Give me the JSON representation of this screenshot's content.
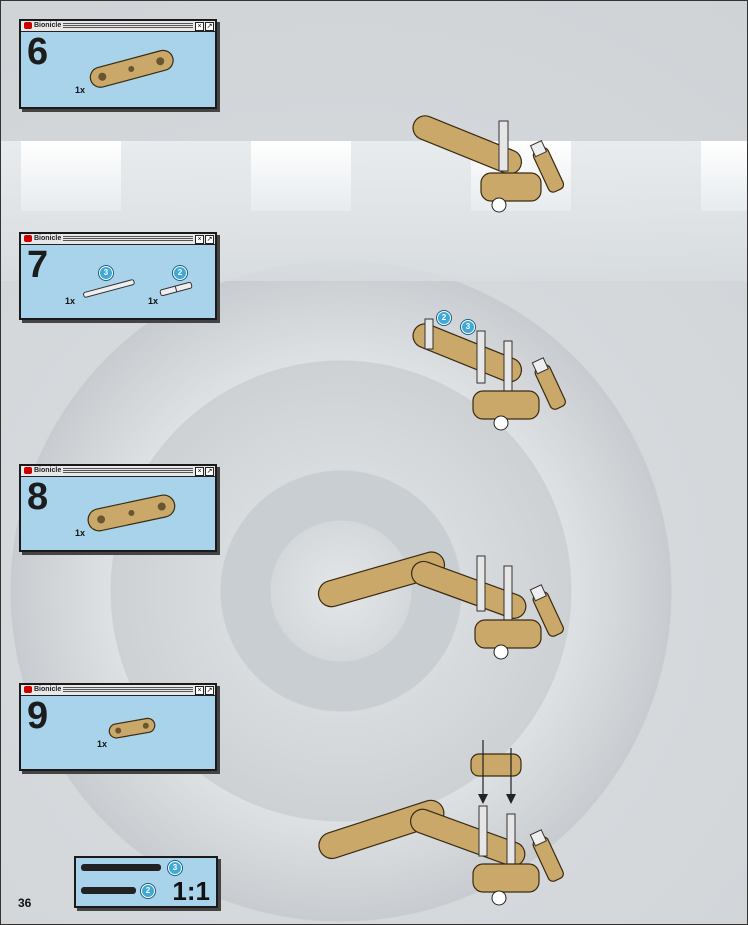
{
  "page_number": "36",
  "brand": "Bionicle",
  "steps": [
    {
      "number": "6",
      "parts": [
        {
          "qty": "1x"
        }
      ]
    },
    {
      "number": "7",
      "parts": [
        {
          "qty": "1x",
          "callout": "3"
        },
        {
          "qty": "1x",
          "callout": "2"
        }
      ]
    },
    {
      "number": "8",
      "parts": [
        {
          "qty": "1x"
        }
      ]
    },
    {
      "number": "9",
      "parts": [
        {
          "qty": "1x"
        }
      ]
    }
  ],
  "model_callouts": {
    "step7_a": "2",
    "step7_b": "3"
  },
  "scale_box": {
    "rule_a": "3",
    "rule_b": "2",
    "label": "1:1"
  },
  "colors": {
    "panel": "#a9d3ea",
    "part_tan": "#c9a86a",
    "callout": "#3fa9d8"
  }
}
